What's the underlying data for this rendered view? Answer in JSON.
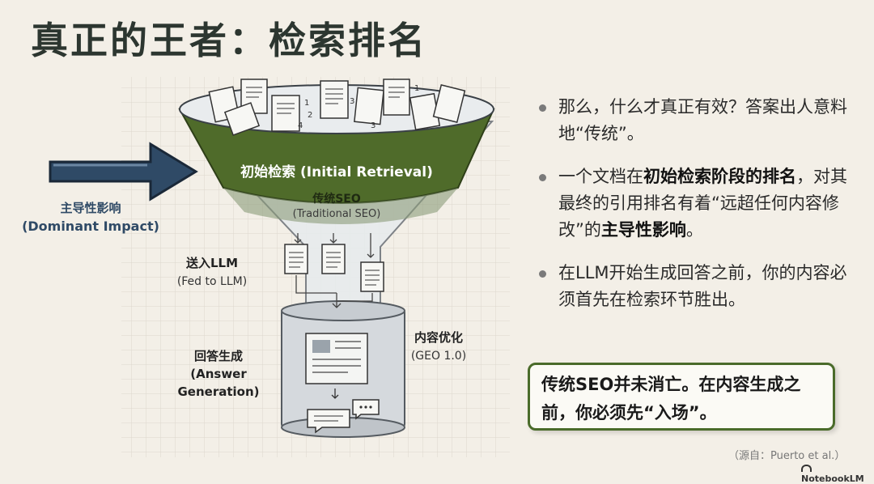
{
  "title": "真正的王者：检索排名",
  "diagram": {
    "funnel_title": "初始检索 (Initial Retrieval)",
    "funnel_label_cn": "传统SEO",
    "funnel_label_en": "(Traditional SEO)",
    "arrow_label_cn": "主导性影响",
    "arrow_label_en": "(Dominant Impact)",
    "fed_label_cn": "送入LLM",
    "fed_label_en": "(Fed to LLM)",
    "answer_label_cn": "回答生成",
    "answer_label_en1": "(Answer",
    "answer_label_en2": "Generation)",
    "content_label_cn": "内容优化",
    "content_label_en": "(GEO 1.0)",
    "doc_numbers": [
      "1",
      "2",
      "3",
      "4",
      "1",
      "3"
    ]
  },
  "bullets": [
    {
      "text": "那么，什么才真正有效？答案出人意料地“传统”。"
    },
    {
      "pre": "一个文档在",
      "bold1": "初始检索阶段的排名",
      "mid": "，对其最终的引用排名有着“远超任何内容修改”的",
      "bold2": "主导性影响",
      "post": "。"
    },
    {
      "text": "在LLM开始生成回答之前，你的内容必须首先在检索环节胜出。"
    }
  ],
  "callout": "传统SEO并未消亡。在内容生成之前，你必须先“入场”。",
  "source": "（源自：Puerto et al.）",
  "brand": "NotebookLM",
  "colors": {
    "funnel_green": "#4f6b2a",
    "arrow_navy": "#2f4a66",
    "callout_border": "#4a6b2a",
    "background": "#f3efe7"
  }
}
